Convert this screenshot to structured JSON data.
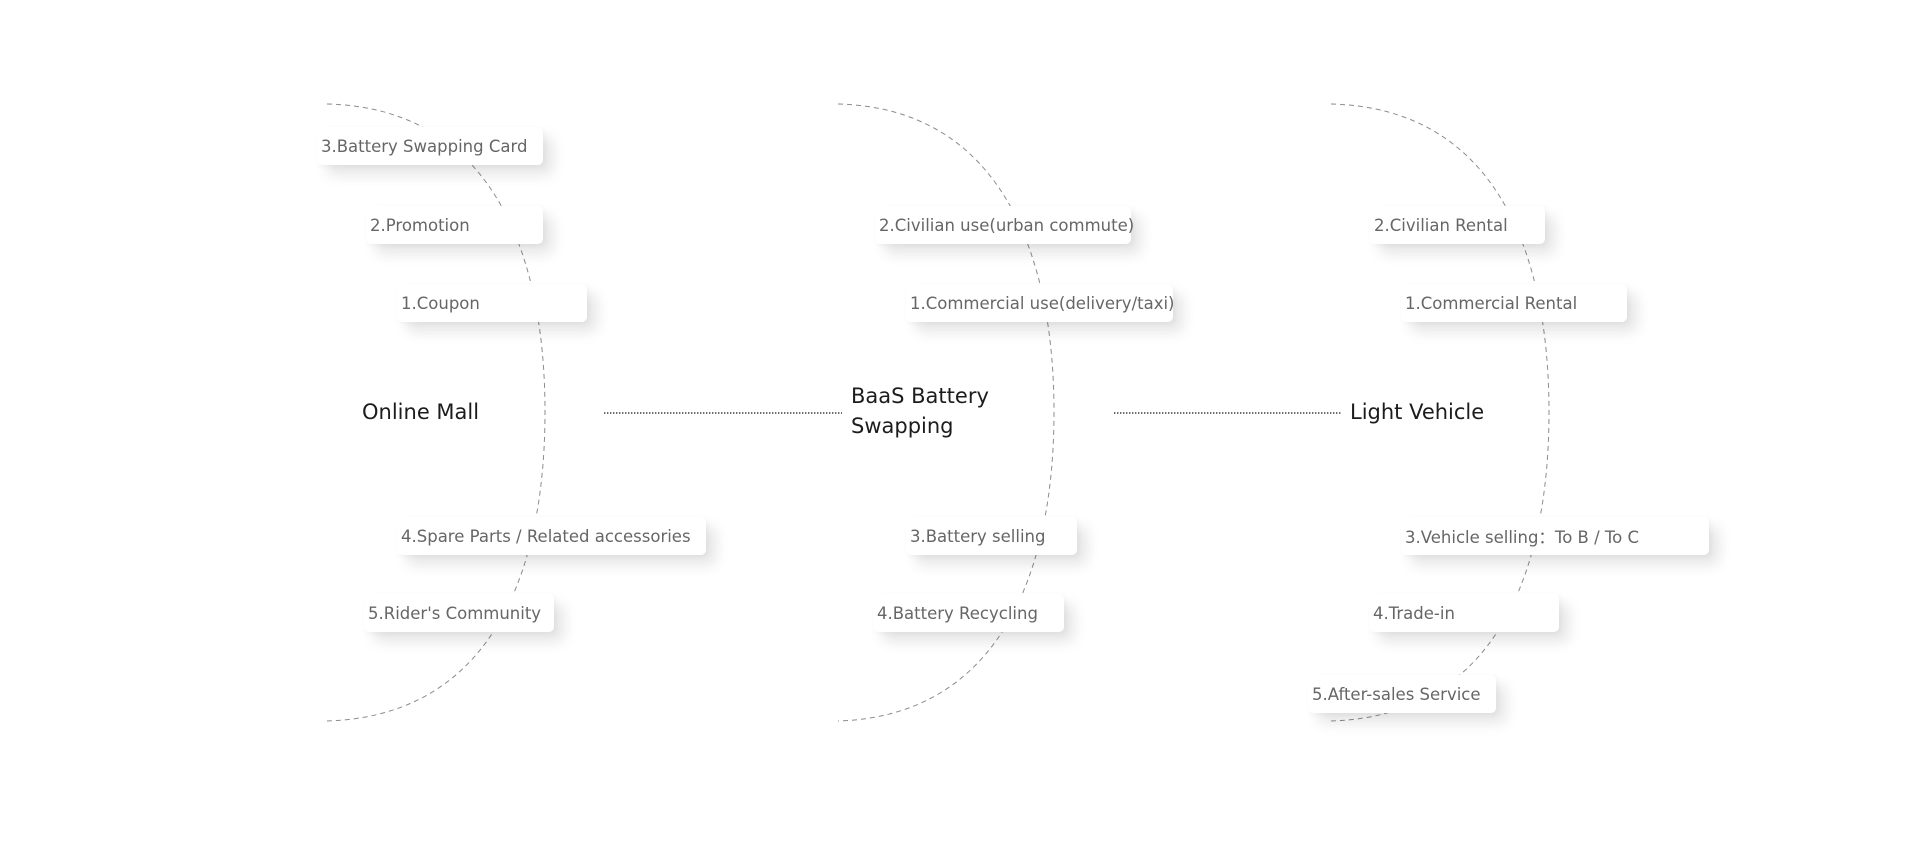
{
  "groups": [
    {
      "title": "Online Mall",
      "items": [
        "3.Battery Swapping Card",
        "2.Promotion",
        "1.Coupon",
        "4.Spare Parts / Related accessories",
        "5.Rider's Community"
      ]
    },
    {
      "title": "BaaS Battery Swapping",
      "items": [
        "2.Civilian use(urban commute)",
        "1.Commercial use(delivery/taxi)",
        "3.Battery selling",
        "4.Battery Recycling"
      ]
    },
    {
      "title": "Light Vehicle",
      "items": [
        "2.Civilian Rental",
        "1.Commercial Rental",
        "3.Vehicle selling：To B / To C",
        "4.Trade-in",
        "5.After-sales Service"
      ]
    }
  ]
}
